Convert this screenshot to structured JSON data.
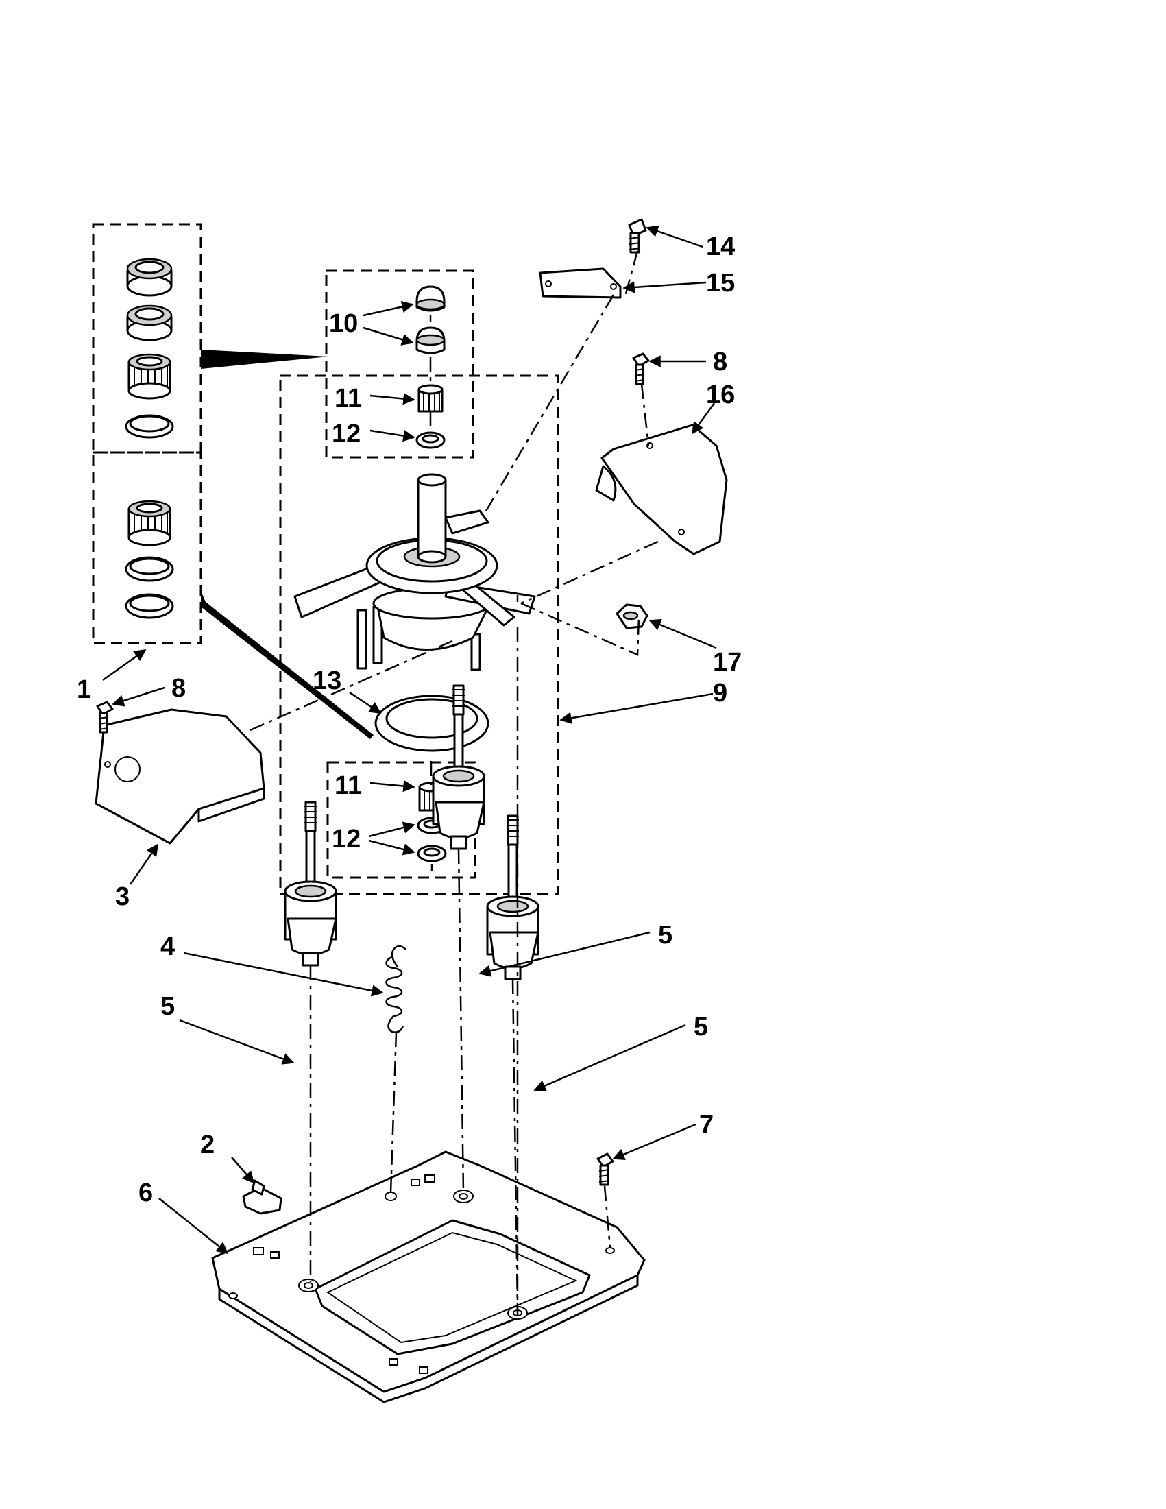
{
  "callouts": [
    {
      "id": "c1",
      "text": "1"
    },
    {
      "id": "c2",
      "text": "2"
    },
    {
      "id": "c3",
      "text": "3"
    },
    {
      "id": "c4",
      "text": "4"
    },
    {
      "id": "c5a",
      "text": "5"
    },
    {
      "id": "c5b",
      "text": "5"
    },
    {
      "id": "c5c",
      "text": "5"
    },
    {
      "id": "c6",
      "text": "6"
    },
    {
      "id": "c7",
      "text": "7"
    },
    {
      "id": "c8a",
      "text": "8"
    },
    {
      "id": "c8b",
      "text": "8"
    },
    {
      "id": "c9",
      "text": "9"
    },
    {
      "id": "c10",
      "text": "10"
    },
    {
      "id": "c11a",
      "text": "11"
    },
    {
      "id": "c11b",
      "text": "11"
    },
    {
      "id": "c12a",
      "text": "12"
    },
    {
      "id": "c12b",
      "text": "12"
    },
    {
      "id": "c13",
      "text": "13"
    },
    {
      "id": "c14",
      "text": "14"
    },
    {
      "id": "c15",
      "text": "15"
    },
    {
      "id": "c16",
      "text": "16"
    },
    {
      "id": "c17",
      "text": "17"
    }
  ]
}
